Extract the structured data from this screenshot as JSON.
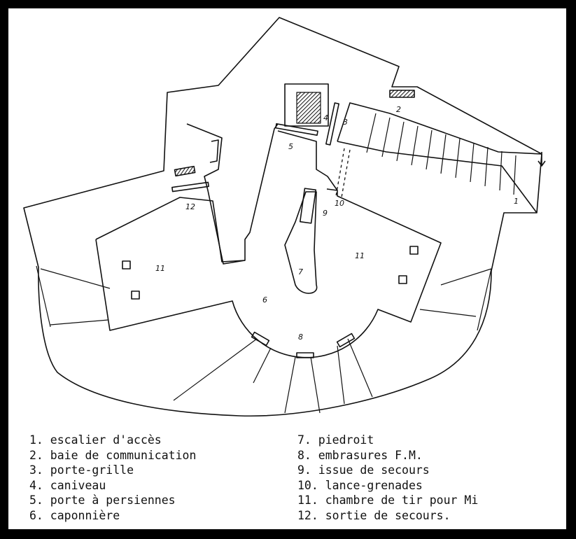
{
  "plan_labels": {
    "n1": "1",
    "n2": "2",
    "n3": "3",
    "n4": "4",
    "n5": "5",
    "n6": "6",
    "n7": "7",
    "n8": "8",
    "n9": "9",
    "n10": "10",
    "n11a": "11",
    "n11b": "11",
    "n12": "12"
  },
  "legend_left": [
    "1. escalier d'accès",
    "2. baie de communication",
    "3. porte-grille",
    "4. caniveau",
    "5. porte à persiennes",
    "6. caponnière"
  ],
  "legend_right": [
    "7. piedroit",
    "8. embrasures F.M.",
    "9. issue de secours",
    "10. lance-grenades",
    "11. chambre de tir pour Mi",
    "12. sortie de secours."
  ],
  "colors": {
    "background": "#000000",
    "paper": "#ffffff",
    "ink": "#111111"
  }
}
